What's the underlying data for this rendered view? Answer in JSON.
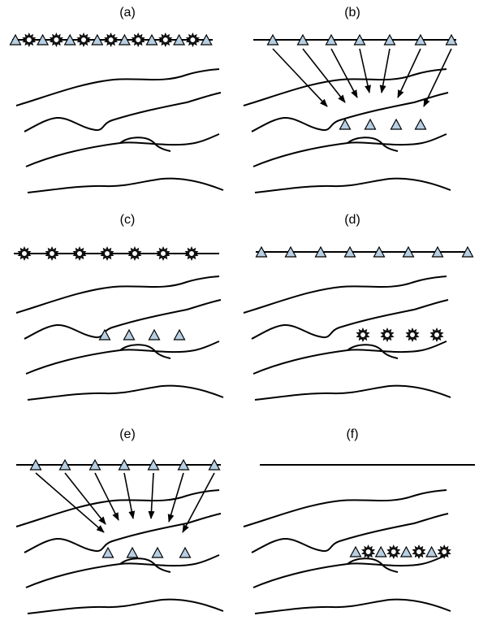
{
  "panels": [
    {
      "id": "a",
      "label": "(a)"
    },
    {
      "id": "b",
      "label": "(b)"
    },
    {
      "id": "c",
      "label": "(c)"
    },
    {
      "id": "d",
      "label": "(d)"
    },
    {
      "id": "e",
      "label": "(e)"
    },
    {
      "id": "f",
      "label": "(f)"
    }
  ],
  "colors": {
    "line": "#000000",
    "receiver_fill": "#b7cfe3",
    "background": "#ffffff"
  },
  "icons": {
    "receiver": "triangle-icon",
    "source": "starburst-icon",
    "ray": "arrow-icon"
  }
}
